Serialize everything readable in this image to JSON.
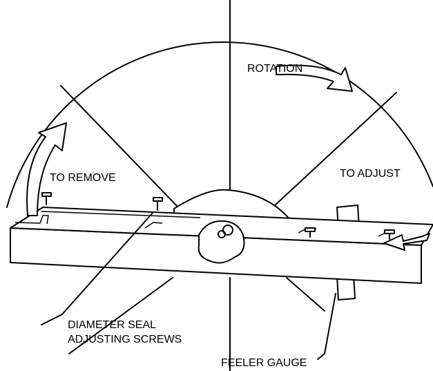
{
  "labels": {
    "rotation": "ROTATION",
    "to_remove": "TO REMOVE",
    "to_adjust": "TO ADJUST",
    "seal_line1": "DIAMETER SEAL",
    "seal_line2": "ADJUSTING SCREWS",
    "feeler_gauge": "FEELER GAUGE"
  },
  "colors": {
    "line": "#000000",
    "background": "#ffffff"
  }
}
